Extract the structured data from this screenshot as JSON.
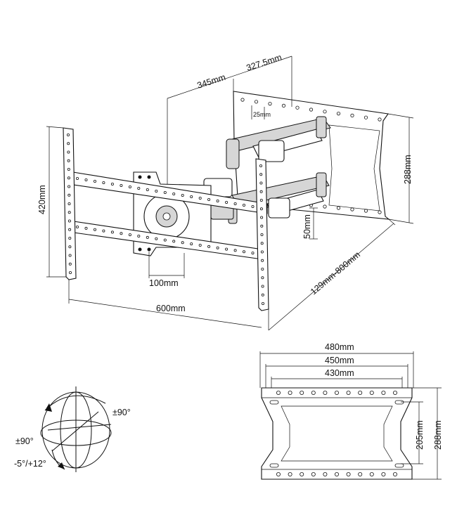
{
  "labels": {
    "arm_extension_345": "345mm",
    "arm_extension_327": "327.5mm",
    "small_gap": "25mm",
    "wall_plate_height": "288mm",
    "bracket_height": "420mm",
    "offset_50": "50mm",
    "profile_range": "129mm-800mm",
    "vesa_100": "100mm",
    "tv_width": "600mm",
    "plate_width_480": "480mm",
    "plate_width_450": "450mm",
    "plate_width_430": "430mm",
    "plate_height_288": "288mm",
    "plate_height_205": "205mm",
    "swivel": "±90°",
    "rotation": "±90°",
    "tilt": "-5°/+12°"
  },
  "colors": {
    "line": "#111111",
    "shade": "#d6d6d6"
  }
}
